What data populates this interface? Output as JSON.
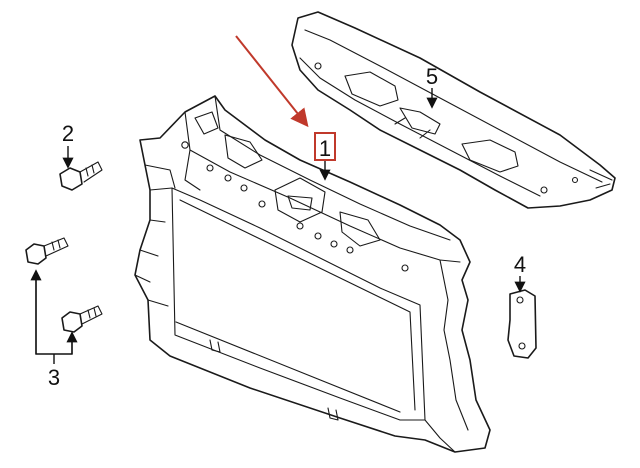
{
  "diagram": {
    "callouts": [
      {
        "id": "1",
        "label": "1",
        "highlighted": true
      },
      {
        "id": "2",
        "label": "2"
      },
      {
        "id": "3",
        "label": "3"
      },
      {
        "id": "4",
        "label": "4"
      },
      {
        "id": "5",
        "label": "5"
      }
    ],
    "colors": {
      "line": "#1a1a1a",
      "highlight_arrow": "#c0392b",
      "background": "#ffffff"
    }
  }
}
